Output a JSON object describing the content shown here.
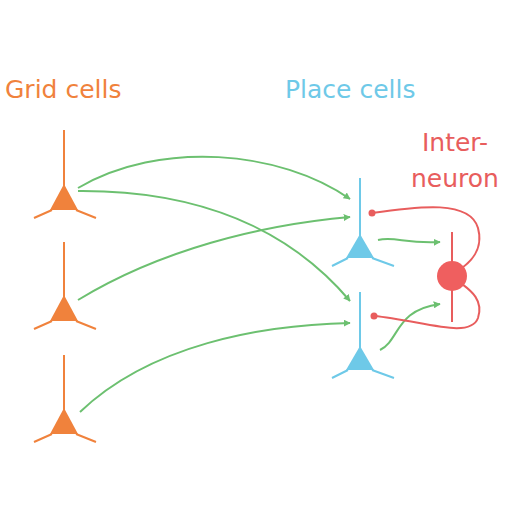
{
  "diagram": {
    "labels": [
      "Grid cells",
      "Place cells",
      "Inter- neuron"
    ]
  }
}
